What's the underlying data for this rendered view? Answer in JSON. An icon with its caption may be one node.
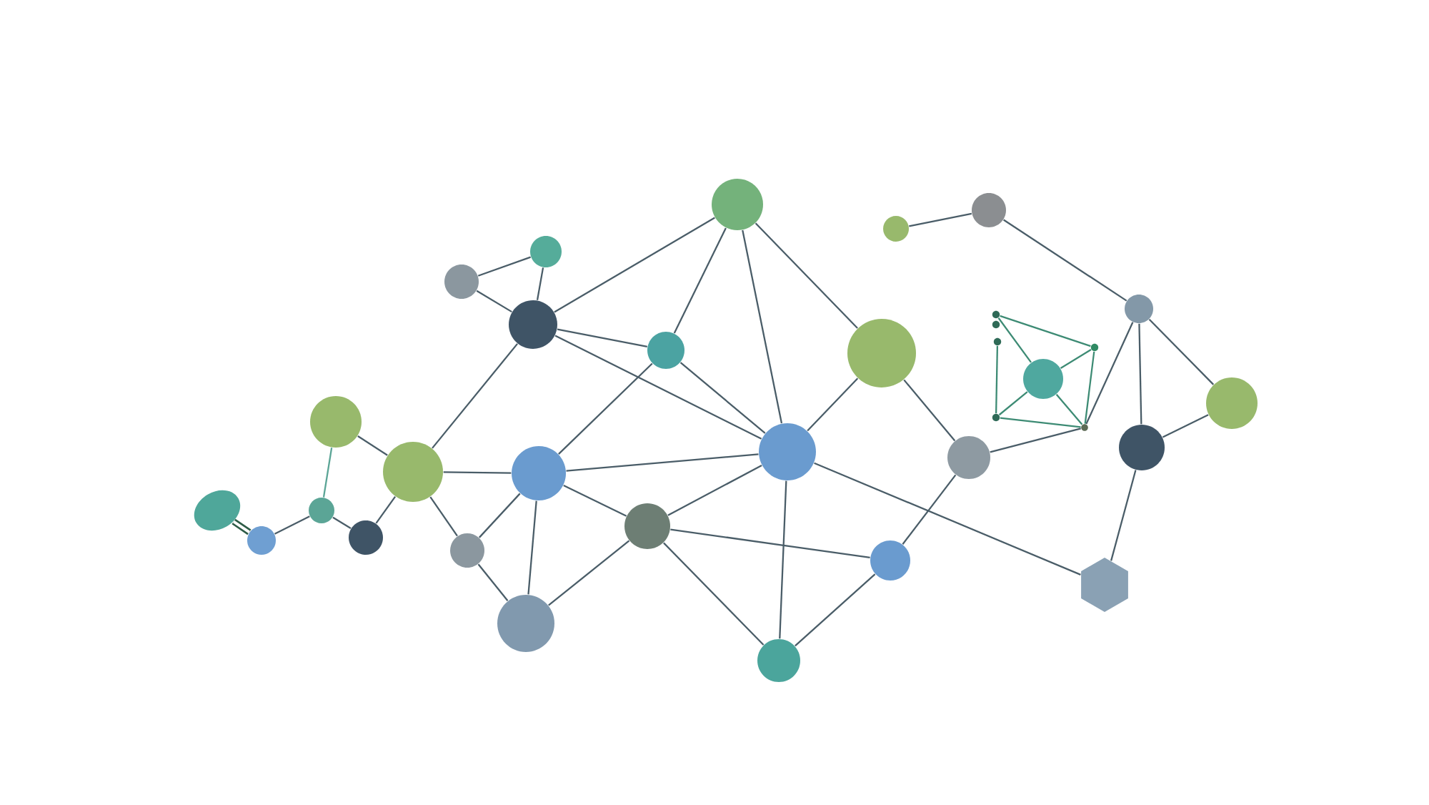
{
  "diagram": {
    "nodes": [
      {
        "text": [],
        "shape": "ellipse"
      },
      {
        "text": [],
        "shape": "circle"
      },
      {
        "text": [],
        "shape": "circle"
      },
      {
        "text": [],
        "shape": "circle"
      },
      {
        "text": [],
        "shape": "circle"
      },
      {
        "text": [],
        "shape": "circle"
      },
      {
        "text": [],
        "shape": "circle"
      },
      {
        "text": [],
        "shape": "circle"
      },
      {
        "text": [],
        "shape": "circle"
      },
      {
        "text": [],
        "shape": "circle"
      },
      {
        "text": [],
        "shape": "circle"
      },
      {
        "text": [],
        "shape": "circle"
      },
      {
        "text": [],
        "shape": "circle"
      },
      {
        "text": [],
        "shape": "circle"
      },
      {
        "text": [],
        "shape": "circle"
      },
      {
        "text": [],
        "shape": "circle"
      },
      {
        "text": [],
        "shape": "circle"
      },
      {
        "text": [],
        "shape": "circle"
      },
      {
        "text": [],
        "shape": "circle"
      },
      {
        "text": [],
        "shape": "circle"
      },
      {
        "text": [],
        "shape": "circle"
      },
      {
        "text": [],
        "shape": "circle"
      },
      {
        "text": [],
        "shape": "circle"
      },
      {
        "text": [],
        "shape": "circle"
      },
      {
        "text": [],
        "shape": "circle"
      },
      {
        "text": [],
        "shape": "circle"
      },
      {
        "text": [],
        "shape": "circle"
      },
      {
        "text": [],
        "shape": "circle"
      },
      {
        "text": [],
        "shape": "circle"
      },
      {
        "text": [],
        "shape": "hexagon"
      },
      {
        "text": [],
        "shape": "circle"
      },
      {
        "text": [],
        "shape": "circle"
      },
      {
        "text": [],
        "shape": "circle"
      }
    ],
    "edges": [
      {
        "from": 0,
        "to": 1,
        "arrow": "none",
        "style": "thick",
        "color": "#2d5b46"
      },
      {
        "from": 1,
        "to": 2,
        "arrow": "none"
      },
      {
        "from": 2,
        "to": 3,
        "arrow": "none",
        "color": "#5ba596"
      },
      {
        "from": 2,
        "to": 4,
        "arrow": "none"
      },
      {
        "from": 3,
        "to": 5,
        "arrow": "none"
      },
      {
        "from": 4,
        "to": 5,
        "arrow": "none"
      },
      {
        "from": 5,
        "to": 9,
        "arrow": "none"
      },
      {
        "from": 5,
        "to": 10,
        "arrow": "none"
      },
      {
        "from": 5,
        "to": 7,
        "arrow": "none"
      },
      {
        "from": 7,
        "to": 10,
        "arrow": "none"
      },
      {
        "from": 7,
        "to": 8,
        "arrow": "none"
      },
      {
        "from": 8,
        "to": 10,
        "arrow": "none"
      },
      {
        "from": 8,
        "to": 12,
        "arrow": "none"
      },
      {
        "from": 6,
        "to": 11,
        "arrow": "none"
      },
      {
        "from": 6,
        "to": 9,
        "arrow": "none"
      },
      {
        "from": 11,
        "to": 9,
        "arrow": "none"
      },
      {
        "from": 9,
        "to": 14,
        "arrow": "none"
      },
      {
        "from": 9,
        "to": 13,
        "arrow": "none"
      },
      {
        "from": 9,
        "to": 16,
        "arrow": "none"
      },
      {
        "from": 10,
        "to": 13,
        "arrow": "none"
      },
      {
        "from": 10,
        "to": 16,
        "arrow": "none"
      },
      {
        "from": 10,
        "to": 12,
        "arrow": "none"
      },
      {
        "from": 12,
        "to": 16,
        "arrow": "none"
      },
      {
        "from": 12,
        "to": 15,
        "arrow": "none"
      },
      {
        "from": 12,
        "to": 18,
        "arrow": "none"
      },
      {
        "from": 13,
        "to": 14,
        "arrow": "none"
      },
      {
        "from": 13,
        "to": 16,
        "arrow": "none"
      },
      {
        "from": 14,
        "to": 16,
        "arrow": "none"
      },
      {
        "from": 14,
        "to": 17,
        "arrow": "none"
      },
      {
        "from": 16,
        "to": 17,
        "arrow": "none"
      },
      {
        "from": 17,
        "to": 20,
        "arrow": "none"
      },
      {
        "from": 16,
        "to": 15,
        "arrow": "none"
      },
      {
        "from": 16,
        "to": 29,
        "arrow": "none"
      },
      {
        "from": 15,
        "to": 18,
        "arrow": "none"
      },
      {
        "from": 18,
        "to": 20,
        "arrow": "none"
      },
      {
        "from": 20,
        "to": 27,
        "arrow": "none"
      },
      {
        "from": 19,
        "to": 21,
        "arrow": "none"
      },
      {
        "from": 21,
        "to": 30,
        "arrow": "none"
      },
      {
        "from": 30,
        "to": 32,
        "arrow": "none"
      },
      {
        "from": 30,
        "to": 31,
        "arrow": "none"
      },
      {
        "from": 30,
        "to": 27,
        "arrow": "none"
      },
      {
        "from": 31,
        "to": 32,
        "arrow": "none"
      },
      {
        "from": 31,
        "to": 29,
        "arrow": "none"
      },
      {
        "from": 22,
        "to": 28,
        "arrow": "none",
        "color": "#3d8b74"
      },
      {
        "from": 22,
        "to": 26,
        "arrow": "none",
        "color": "#3d8b74"
      },
      {
        "from": 26,
        "to": 27,
        "arrow": "none",
        "color": "#3d8b74"
      },
      {
        "from": 28,
        "to": 26,
        "arrow": "none",
        "color": "#3d8b74"
      },
      {
        "from": 25,
        "to": 26,
        "arrow": "none",
        "color": "#3d8b74"
      },
      {
        "from": 28,
        "to": 27,
        "arrow": "none",
        "color": "#3d8b74"
      },
      {
        "from": 25,
        "to": 27,
        "arrow": "none",
        "color": "#3d8b74"
      },
      {
        "from": 24,
        "to": 25,
        "arrow": "none",
        "color": "#3d8b74"
      }
    ]
  }
}
